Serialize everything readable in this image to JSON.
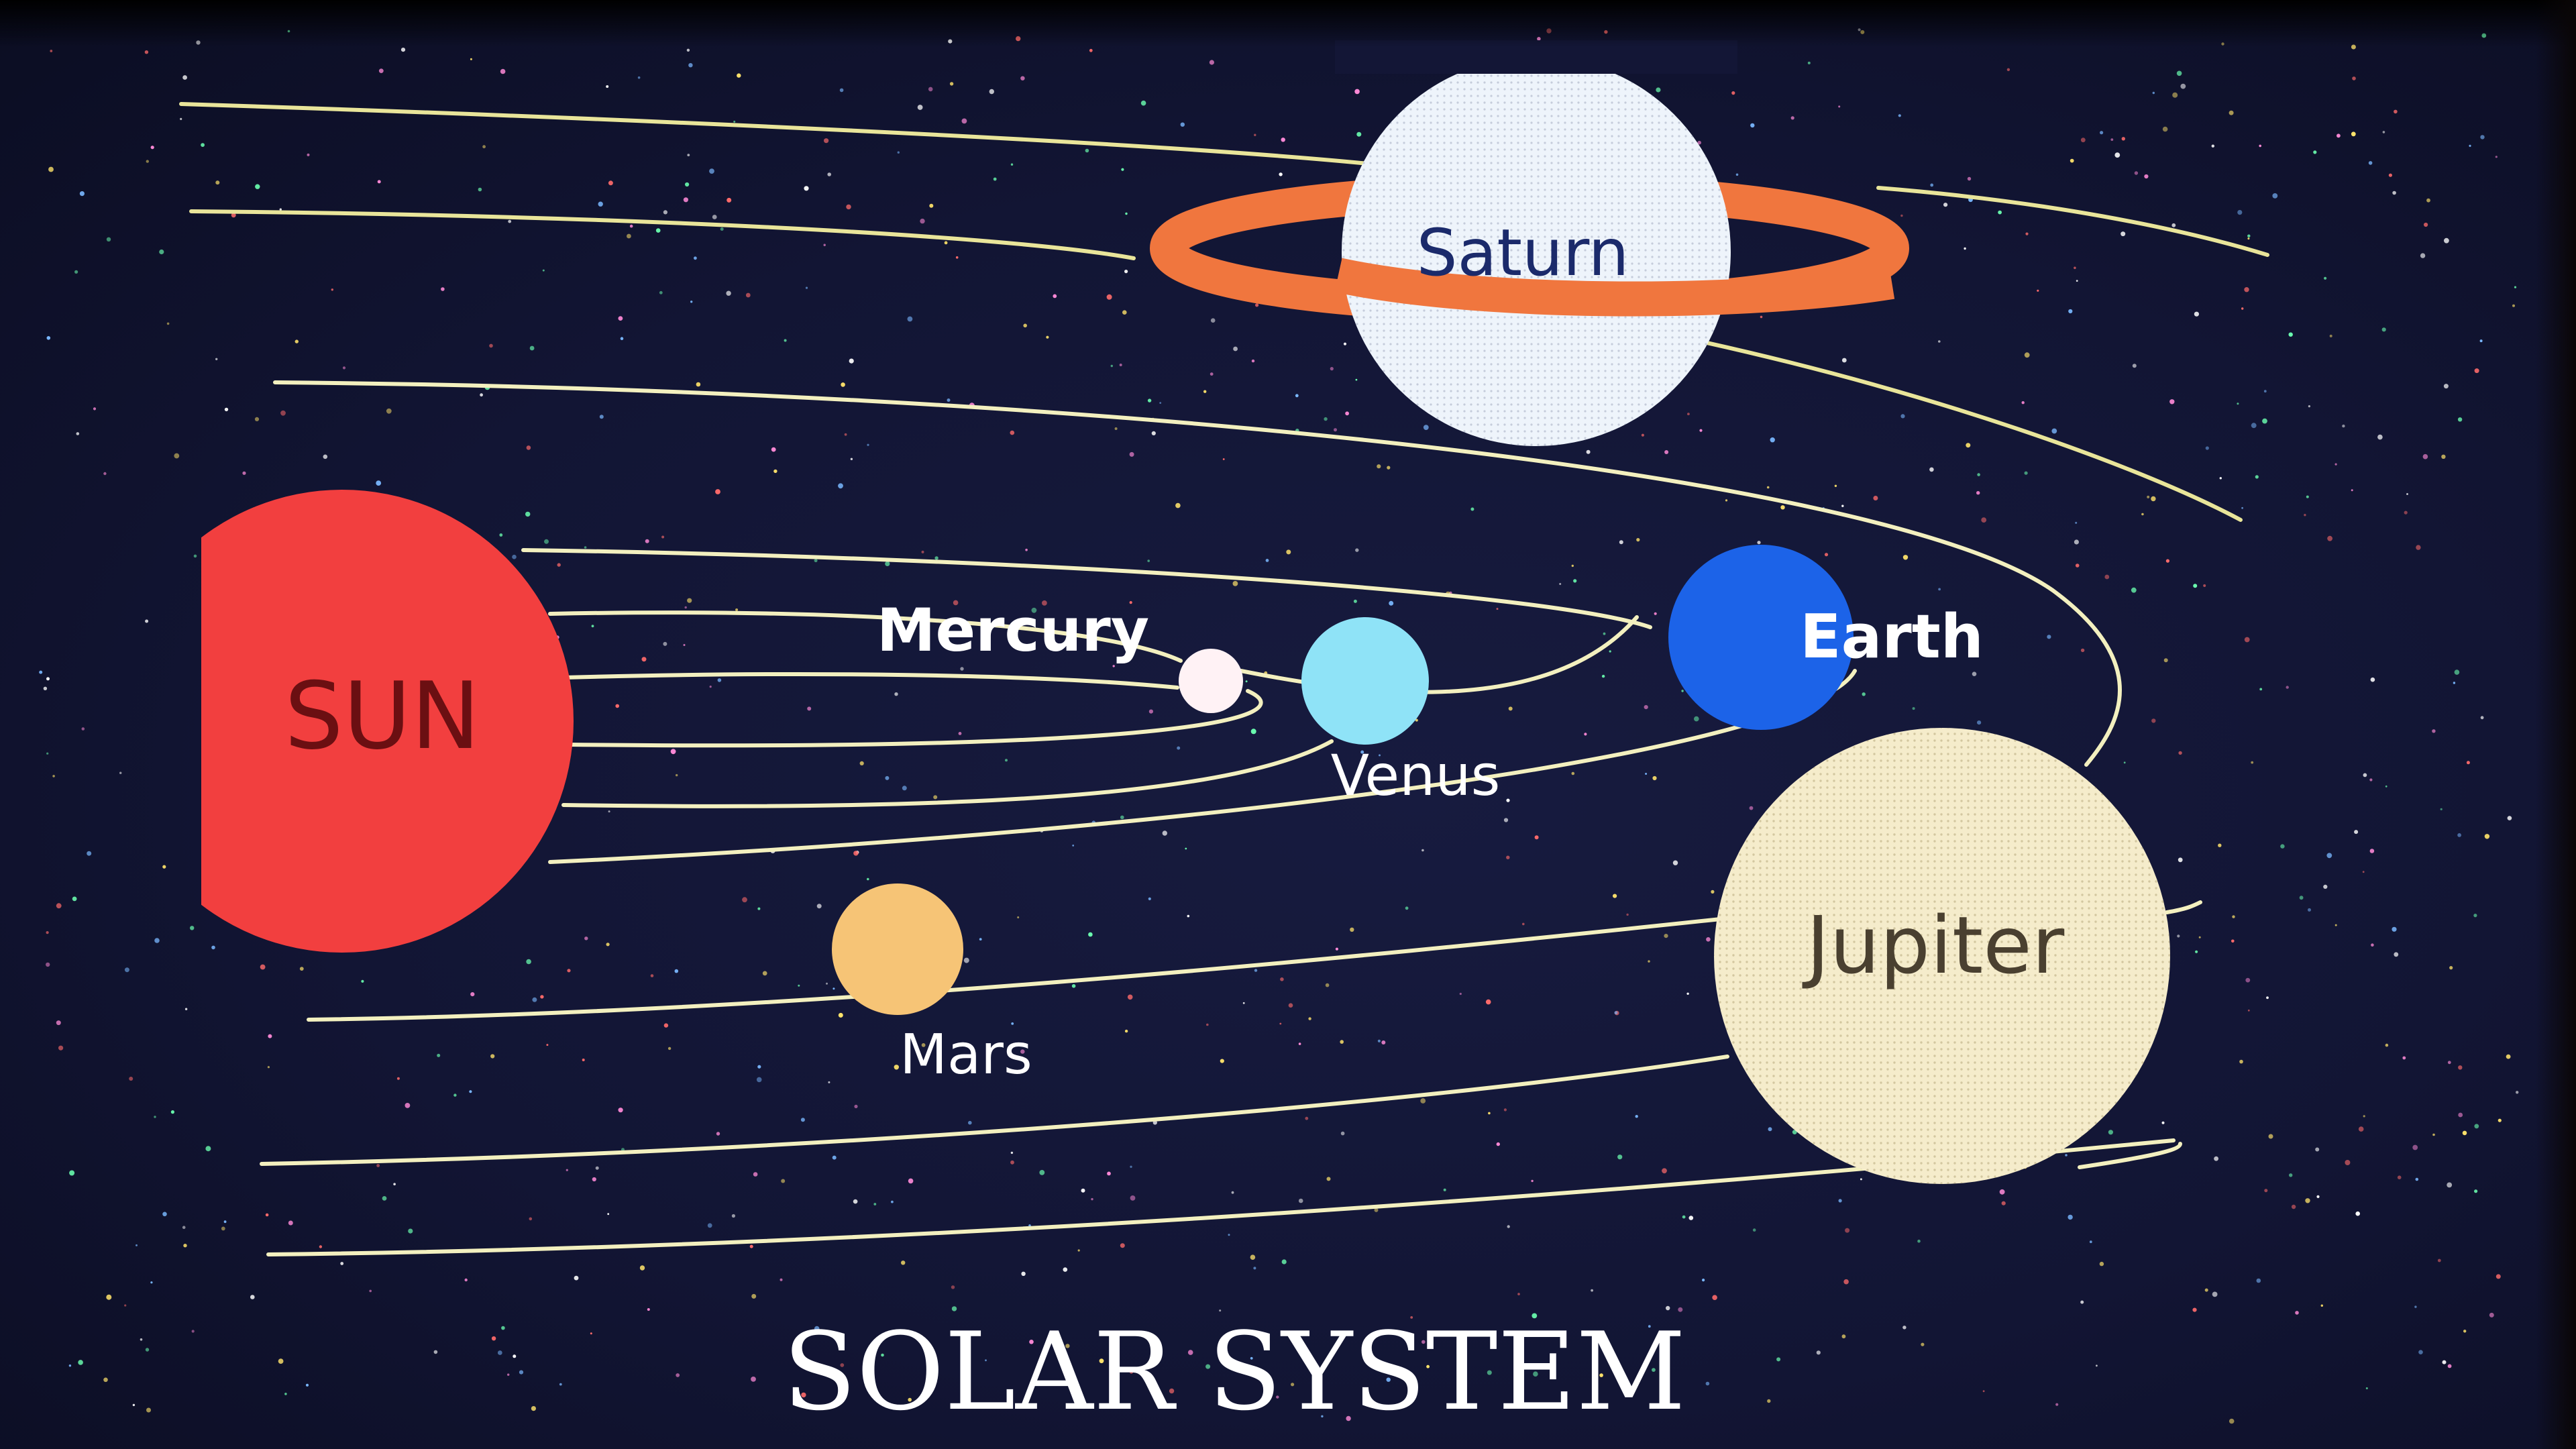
{
  "title": "SOLAR SYSTEM",
  "bodies": {
    "sun": {
      "label": "SUN",
      "color": "#f23f3f",
      "text_color": "#6b0f12"
    },
    "mercury": {
      "label": "Mercury",
      "color": "#fff2f5",
      "text_color": "#ffffff"
    },
    "venus": {
      "label": "Venus",
      "color": "#8fe3f7",
      "text_color": "#ffffff"
    },
    "earth": {
      "label": "Earth",
      "color": "#1c63e8",
      "text_color": "#ffffff"
    },
    "mars": {
      "label": "Mars",
      "color": "#f6c476",
      "text_color": "#ffffff"
    },
    "jupiter": {
      "label": "Jupiter",
      "color": "#f5eccb",
      "text_color": "#4a4030"
    },
    "saturn": {
      "label": "Saturn",
      "color": "#eef4fb",
      "ring_color": "#f0763e",
      "text_color": "#1b2a6b"
    }
  },
  "colors": {
    "background": "#131636",
    "orbit": "#f3f0bf",
    "outer_orbit": "#e9e59a",
    "stars": [
      "#ffffff",
      "#ff6b6b",
      "#6bffb0",
      "#7ab8ff",
      "#ffe36b",
      "#ff8ad8"
    ]
  }
}
